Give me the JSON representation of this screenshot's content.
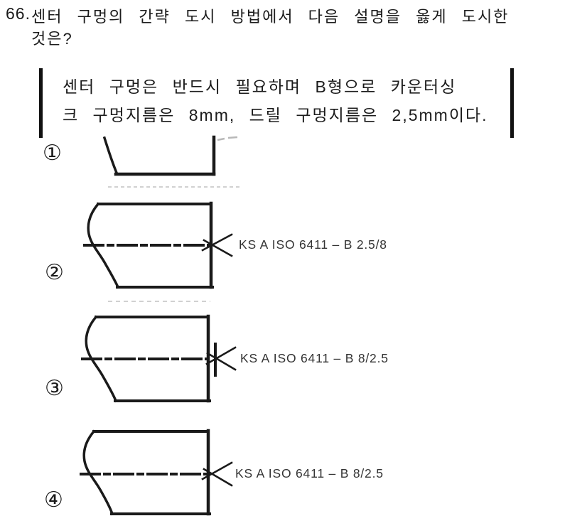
{
  "question": {
    "number": "66.",
    "text_line1": "센터 구멍의 간략 도시 방법에서 다음 설명을 옳게 도시한",
    "text_line2": "것은?"
  },
  "description_box": {
    "line1": "센터 구멍은 반드시 필요하며 B형으로 카운터싱",
    "line2": "크 구멍지름은 8mm, 드릴 구멍지름은 2,5mm이다."
  },
  "options": [
    {
      "marker": "①",
      "label": ""
    },
    {
      "marker": "②",
      "label": "KS A ISO 6411 – B 2.5/8"
    },
    {
      "marker": "③",
      "label": "KS A ISO 6411 – B 8/2.5"
    },
    {
      "marker": "④",
      "label": "KS A ISO 6411 – B 8/2.5"
    }
  ],
  "colors": {
    "ink": "#1a1a1a",
    "label_ink": "#333333",
    "background": "#ffffff",
    "artifact_gray": "#9a9a9a"
  }
}
